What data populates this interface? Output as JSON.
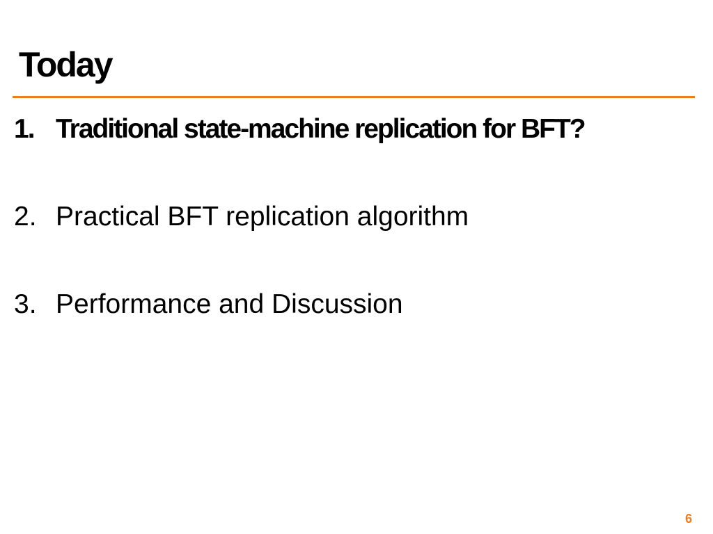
{
  "slide": {
    "title": "Today",
    "accent_color": "#ee7d22",
    "agenda": [
      {
        "number": "1.",
        "text": "Traditional state-machine replication for BFT?",
        "emphasis": "bold"
      },
      {
        "number": "2.",
        "text": "Practical BFT replication algorithm",
        "emphasis": "normal"
      },
      {
        "number": "3.",
        "text": "Performance and Discussion",
        "emphasis": "normal"
      }
    ],
    "page_number": "6"
  }
}
